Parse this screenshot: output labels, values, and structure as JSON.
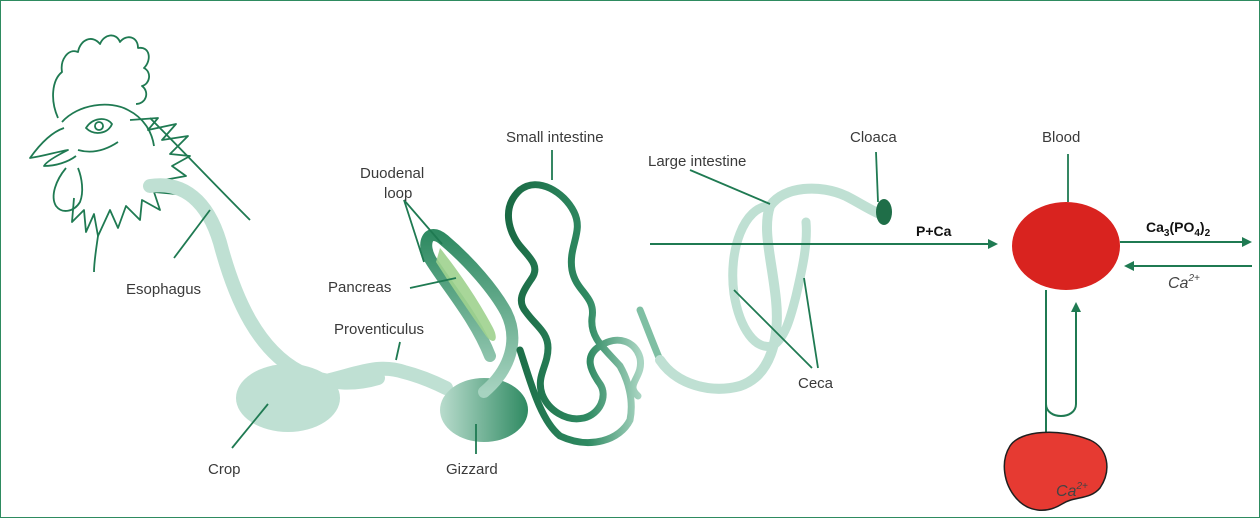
{
  "labels": {
    "esophagus": "Esophagus",
    "crop": "Crop",
    "proventiculus": "Proventiculus",
    "gizzard": "Gizzard",
    "duodenal_1": "Duodenal",
    "duodenal_2": "loop",
    "pancreas": "Pancreas",
    "small_intestine": "Small intestine",
    "large_intestine": "Large intestine",
    "cloaca": "Cloaca",
    "ceca": "Ceca",
    "blood": "Blood",
    "p_ca": "P+Ca",
    "ca3": "Ca",
    "ca3_sub": "3",
    "po4_open": "(PO",
    "po4_sub": "4",
    "po4_close": ")",
    "po4_sub2": "2",
    "ca_ion_1": "Ca",
    "ca_ion_1_sup": "2+",
    "ca_ion_2": "Ca",
    "ca_ion_2_sup": "2+"
  },
  "colors": {
    "line": "#1f7a52",
    "light_tract": "#bfe0d3",
    "dark_tract": "#1f6e48",
    "blood": "#d9231f",
    "bone": "#e63a32",
    "pancreas": "#9fd28e"
  }
}
